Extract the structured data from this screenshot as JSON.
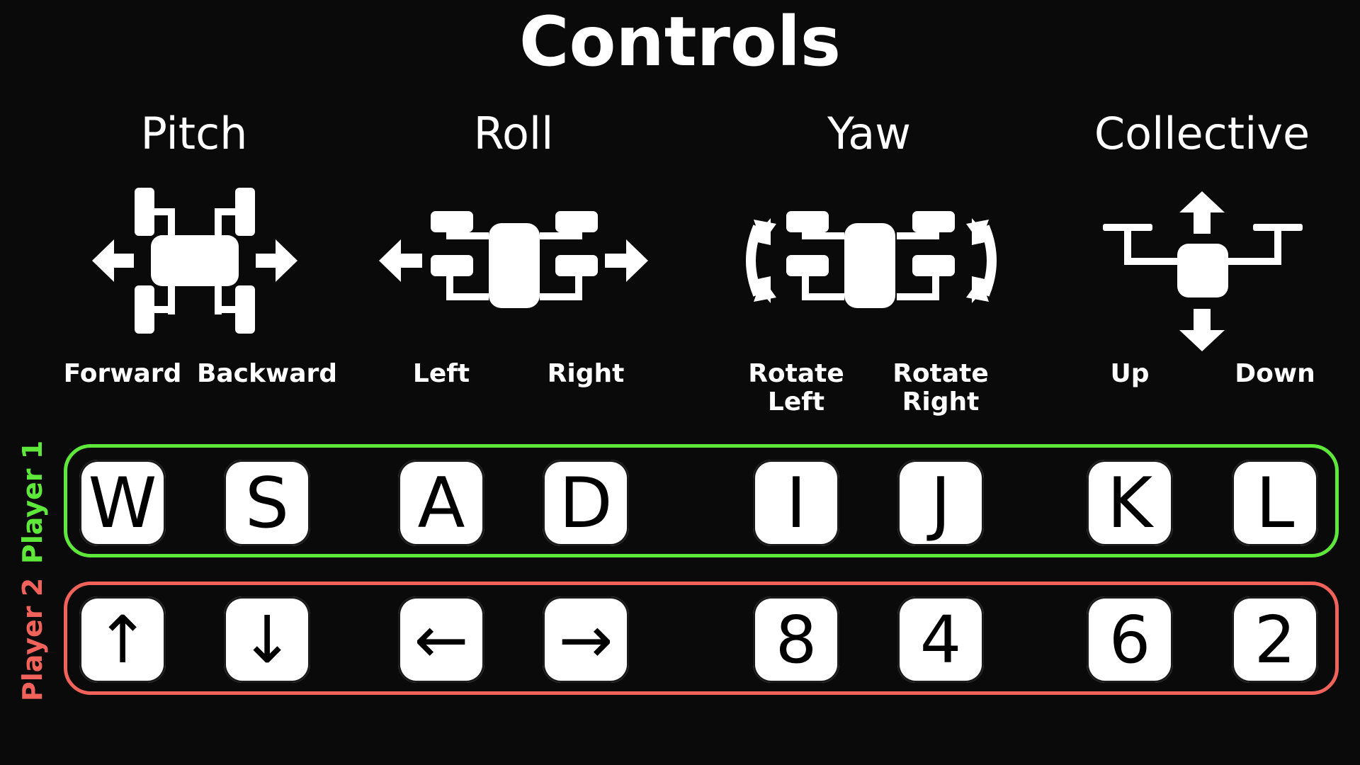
{
  "title": "Controls",
  "sections": [
    {
      "name": "Pitch",
      "icon": "drone-pitch-icon",
      "actions": [
        "Forward",
        "Backward"
      ]
    },
    {
      "name": "Roll",
      "icon": "drone-roll-icon",
      "actions": [
        "Left",
        "Right"
      ]
    },
    {
      "name": "Yaw",
      "icon": "drone-yaw-icon",
      "actions": [
        "Rotate Left",
        "Rotate Right"
      ]
    },
    {
      "name": "Collective",
      "icon": "drone-collective-icon",
      "actions": [
        "Up",
        "Down"
      ]
    }
  ],
  "players": [
    {
      "label": "Player 1",
      "color": "#5ee83a",
      "keys": [
        "W",
        "S",
        "A",
        "D",
        "I",
        "J",
        "K",
        "L"
      ]
    },
    {
      "label": "Player 2",
      "color": "#f0625a",
      "keys": [
        "↑",
        "↓",
        "←",
        "→",
        "8",
        "4",
        "6",
        "2"
      ]
    }
  ]
}
